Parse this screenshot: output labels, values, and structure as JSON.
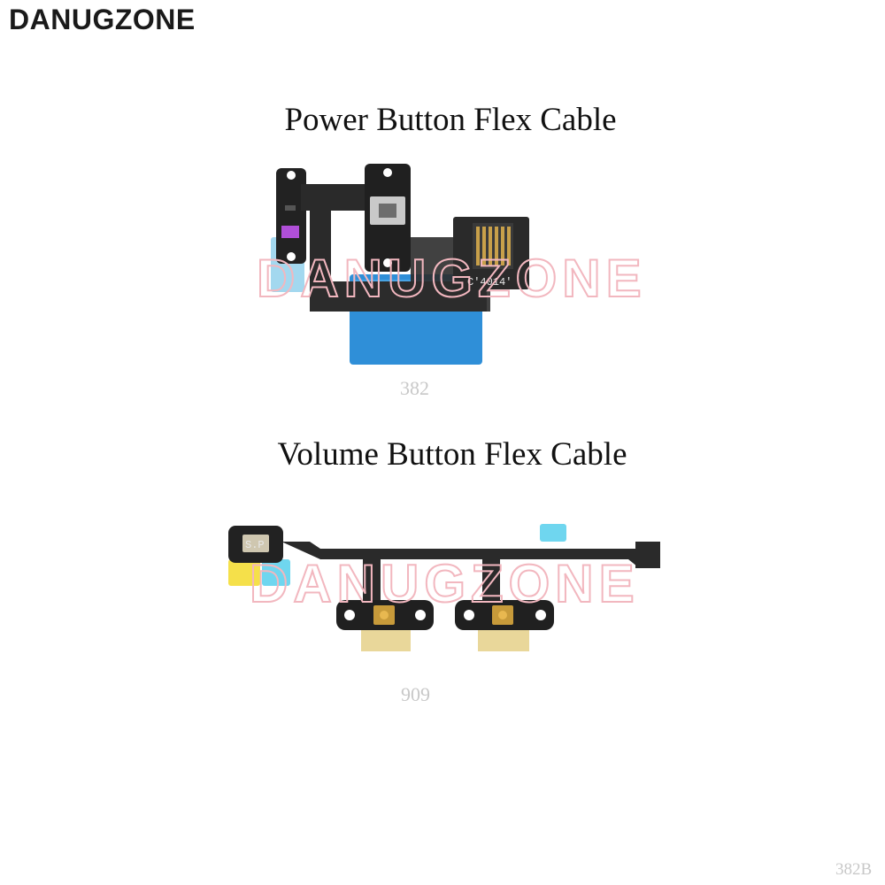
{
  "brand": "DANUGZONE",
  "products": [
    {
      "heading": "Power Button Flex Cable",
      "code": "382",
      "pcb_marking": "C'4014'"
    },
    {
      "heading": "Volume Button Flex Cable",
      "code": "909",
      "pcb_marking": "S.P"
    }
  ],
  "watermark": "DANUGZONE",
  "corner_code": "382B",
  "colors": {
    "flex": "#2a2a2a",
    "blue_tape": "#2f8fd8",
    "cyan_tape": "#6fd6ef",
    "yellow_tape": "#f5e04a",
    "stiffener": "#e9d79a",
    "watermark": "#f2b7bf"
  }
}
